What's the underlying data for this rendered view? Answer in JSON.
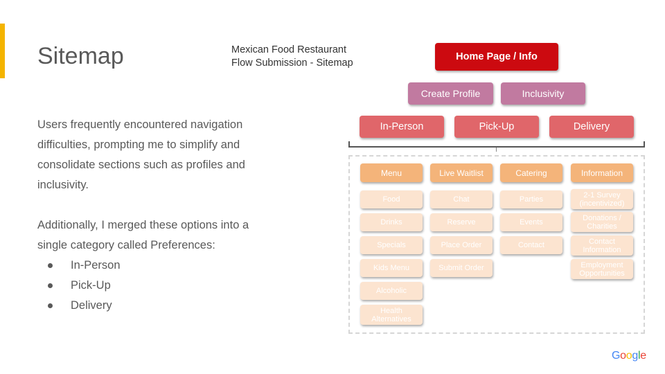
{
  "slide": {
    "title": "Sitemap",
    "paragraph1": "Users frequently encountered navigation difficulties, prompting me to simplify and consolidate sections such as profiles and inclusivity.",
    "paragraph2": "Additionally, I merged these options into a single category called Preferences:",
    "bullets": [
      "In-Person",
      "Pick-Up",
      "Delivery"
    ]
  },
  "diagram": {
    "title_line1": "Mexican Food Restaurant",
    "title_line2": "Flow Submission - Sitemap",
    "root": "Home Page / Info",
    "level2": [
      "Create Profile",
      "Inclusivity"
    ],
    "level3": [
      "In-Person",
      "Pick-Up",
      "Delivery"
    ],
    "categories": [
      {
        "label": "Menu",
        "items": [
          "Food",
          "Drinks",
          "Specials",
          "Kids Menu",
          "Alcoholic",
          "Health Alternatives"
        ]
      },
      {
        "label": "Live Waitlist",
        "items": [
          "Chat",
          "Reserve",
          "Place Order",
          "Submit Order"
        ]
      },
      {
        "label": "Catering",
        "items": [
          "Parties",
          "Events",
          "Contact"
        ]
      },
      {
        "label": "Information",
        "items": [
          "2-1 Survey (incentivized)",
          "Donations / Charities",
          "Contact Information",
          "Employment Opportunities"
        ]
      }
    ],
    "colors": {
      "root": "#cc0a10",
      "level2": "#c17aa0",
      "level3": "#e0666a",
      "category": "#f4b47a",
      "leaf": "#fce4d0"
    }
  },
  "logo": {
    "text": "Google",
    "letter_colors": [
      "#4285f4",
      "#ea4335",
      "#fbbc05",
      "#4285f4",
      "#34a853",
      "#ea4335"
    ]
  },
  "accent_color": "#f4b400"
}
